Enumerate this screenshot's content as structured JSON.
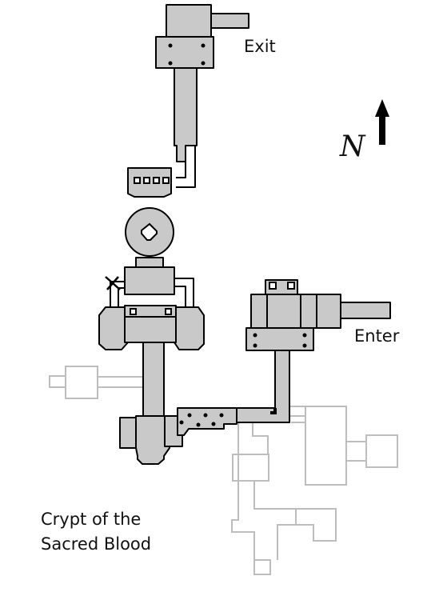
{
  "map": {
    "labels": {
      "exit": "Exit",
      "enter": "Enter",
      "compass": "N",
      "title_line1": "Crypt of the",
      "title_line2": "Sacred Blood"
    },
    "colors": {
      "room_fill": "#c9c9c9",
      "room_stroke": "#000000",
      "faded_stroke": "#bdbdbd",
      "background": "#ffffff",
      "text": "#111111"
    },
    "icons": {
      "compass": "north-arrow-icon",
      "marker": "x-mark-icon"
    }
  }
}
